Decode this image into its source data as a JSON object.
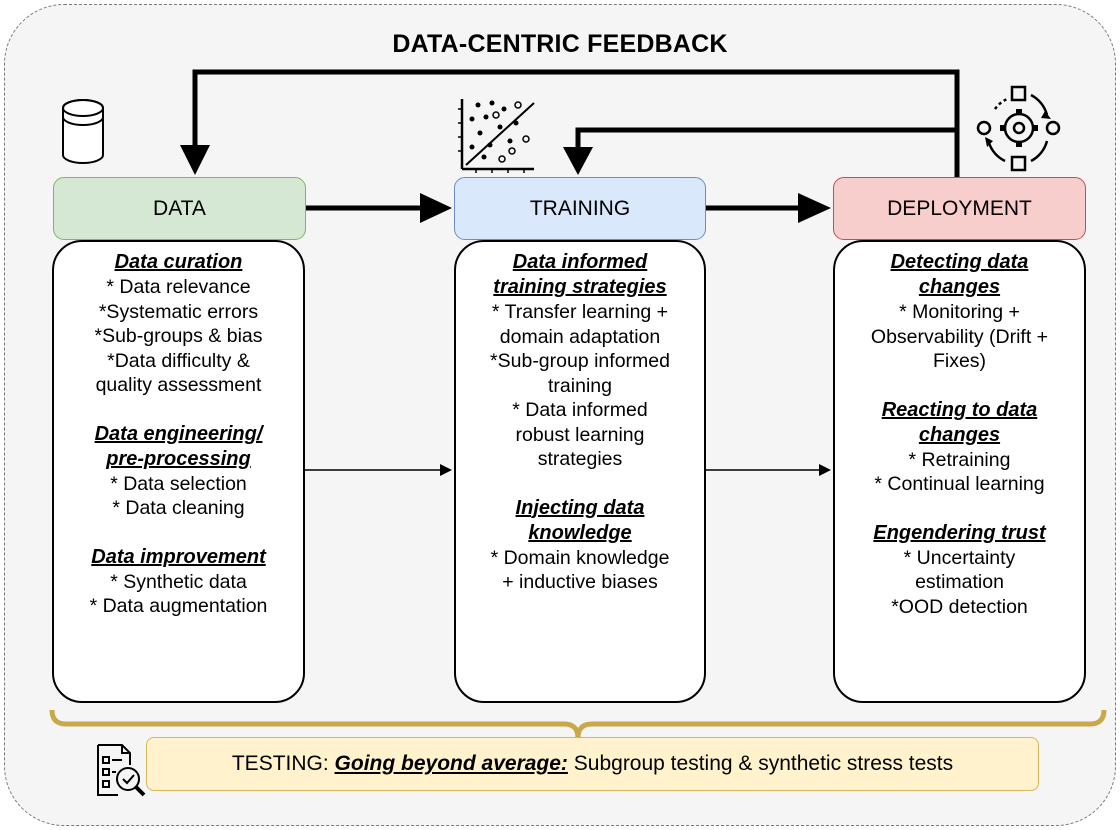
{
  "title": "DATA-CENTRIC FEEDBACK",
  "phases": {
    "data": "DATA",
    "training": "TRAINING",
    "deployment": "DEPLOYMENT"
  },
  "data_panel": {
    "curation_heading": "Data curation",
    "curation_items": [
      "* Data relevance",
      "*Systematic errors",
      "*Sub-groups & bias",
      "*Data difficulty &",
      "quality assessment"
    ],
    "engineering_heading_1": "Data engineering/",
    "engineering_heading_2": "pre-processing",
    "engineering_items": [
      "* Data selection",
      "* Data cleaning"
    ],
    "improvement_heading": "Data improvement",
    "improvement_items": [
      "* Synthetic data",
      "* Data augmentation"
    ]
  },
  "training_panel": {
    "strategies_heading_1": "Data informed",
    "strategies_heading_2": "training strategies",
    "strategies_items": [
      "* Transfer learning +",
      "domain adaptation",
      "*Sub-group informed",
      "training",
      "* Data informed",
      "robust learning",
      "strategies"
    ],
    "knowledge_heading_1": "Injecting data",
    "knowledge_heading_2": "knowledge",
    "knowledge_items": [
      "* Domain knowledge",
      "+ inductive biases"
    ]
  },
  "deployment_panel": {
    "detect_heading_1": "Detecting data",
    "detect_heading_2": "changes",
    "detect_items": [
      "* Monitoring +",
      "Observability (Drift +",
      "Fixes)"
    ],
    "react_heading_1": "Reacting to data",
    "react_heading_2": "changes",
    "react_items": [
      "* Retraining",
      "* Continual learning"
    ],
    "trust_heading": "Engendering trust",
    "trust_items": [
      "* Uncertainty",
      "estimation",
      "*OOD detection"
    ]
  },
  "testing": {
    "prefix": "TESTING: ",
    "emphasis": "Going beyond average:",
    "suffix": " Subgroup testing & synthetic stress tests"
  },
  "colors": {
    "data_fill": "#d5e8d4",
    "data_border": "#82b366",
    "training_fill": "#dae8fc",
    "training_border": "#6c8ebf",
    "deployment_fill": "#f8cecc",
    "deployment_border": "#b85450",
    "testing_fill": "#fff2cc",
    "brace": "#c8a84b"
  },
  "icons": [
    "database-icon",
    "scatter-plot-icon",
    "gear-cycle-icon",
    "test-report-icon"
  ]
}
